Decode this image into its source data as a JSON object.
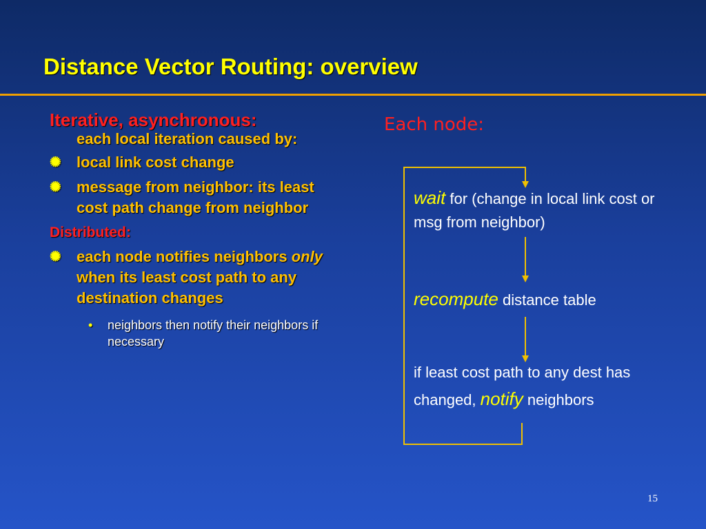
{
  "title": "Distance Vector Routing: overview",
  "left": {
    "heading1": "Iterative, asynchronous:",
    "heading1_sub": "each local iteration caused by:",
    "bullets1": [
      "local link cost change",
      "message from neighbor: its least cost path change from neighbor"
    ],
    "heading2": "Distributed:",
    "bullet2_before": "each node notifies neighbors ",
    "bullet2_em": "only",
    "bullet2_after": " when its least cost path to any destination changes",
    "sub_bullet": "neighbors then notify their neighbors if necessary",
    "bullet_icon": "sunburst-bullet-icon",
    "sub_bullet_icon": "dot-bullet-icon"
  },
  "right": {
    "heading": "Each node:",
    "step1_em": "wait",
    "step1_text": " for (change in local link cost or msg from neighbor)",
    "step2_em": "recompute",
    "step2_text": " distance table",
    "step3_before": "if least cost path to any dest has changed, ",
    "step3_em": "notify",
    "step3_after": " neighbors"
  },
  "page_number": "15",
  "colors": {
    "title": "#ffff00",
    "heading": "#ff2020",
    "body": "#ffc000",
    "accent_rule": "#f0a000",
    "flow_line": "#f0c000"
  }
}
